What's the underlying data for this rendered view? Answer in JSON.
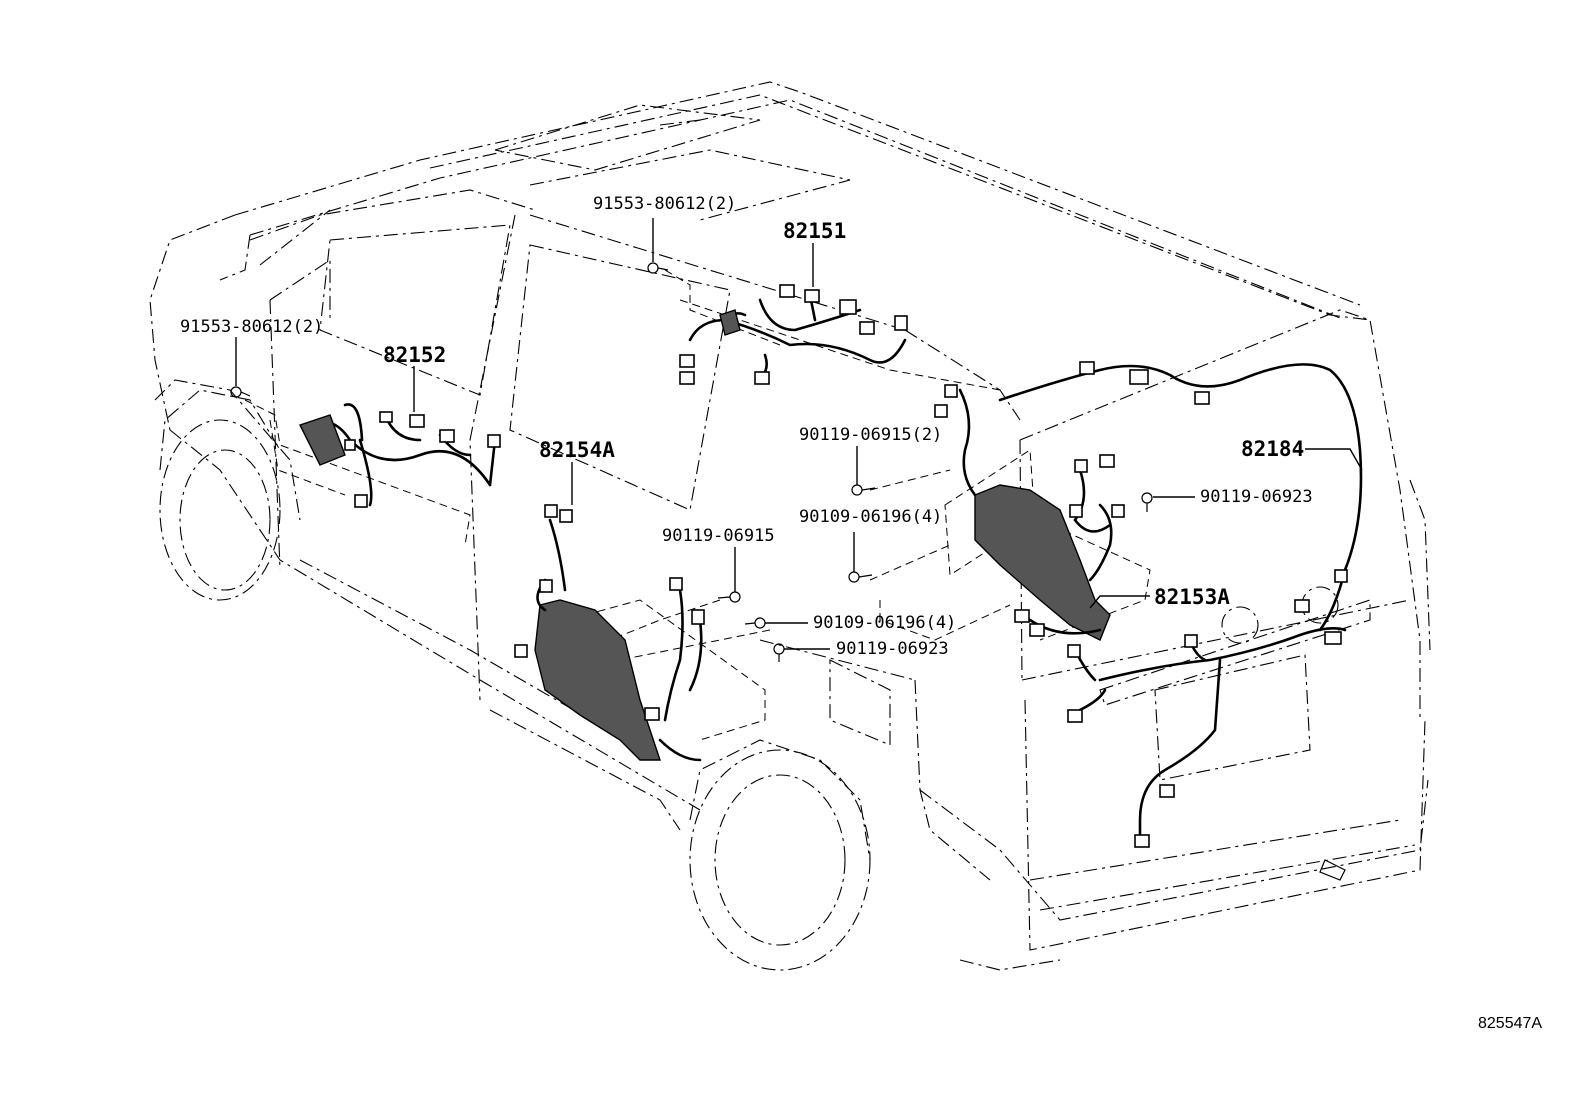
{
  "labels": {
    "top_clip": "91553-80612(2)",
    "harness_roof": "82151",
    "left_clip": "91553-80612(2)",
    "harness_front": "82152",
    "harness_left_rear": "82154A",
    "bolt_a": "90119-06915(2)",
    "harness_back_door": "82184",
    "bolt_b": "90119-06923",
    "bolt_c": "90109-06196(4)",
    "bolt_d": "90119-06915",
    "harness_right_rear": "82153A",
    "bolt_e": "90109-06196(4)",
    "bolt_f": "90119-06923"
  },
  "figure_ref": "825547A"
}
